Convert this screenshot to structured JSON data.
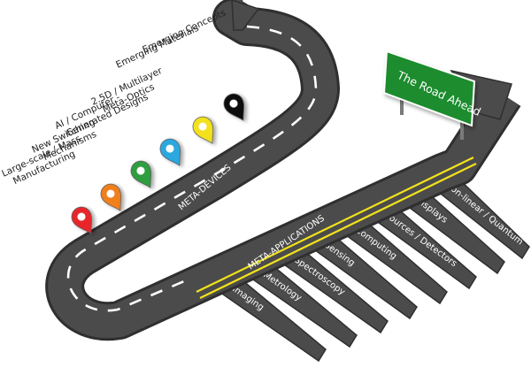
{
  "sign": {
    "text": "The Road Ahead",
    "color": "#1e8c2e"
  },
  "road": {
    "color": "#4b4b4b",
    "edge_color": "#2f2f2f",
    "dash_color": "#ffffff",
    "center_line_color": "#f2e21a"
  },
  "meta_devices": {
    "label": "META-DEVICES",
    "milestones": [
      {
        "label": "Large-scale / Mass",
        "label2": "Manufacturing",
        "pin_icon": "location-pin-icon",
        "pin_color": "#e8262b"
      },
      {
        "label": "New Switching",
        "label2": "Mechanisms",
        "pin_icon": "location-pin-icon",
        "pin_color": "#f07f1c"
      },
      {
        "label": "AI / Computer -",
        "label2": "Generated Designs",
        "pin_icon": "location-pin-icon",
        "pin_color": "#2f9e3f"
      },
      {
        "label": "2.5D / Multilayer",
        "label2": "Meta-Optics",
        "pin_icon": "location-pin-icon",
        "pin_color": "#2aa8df"
      },
      {
        "label": "Emerging Materials",
        "label2": "",
        "pin_icon": "location-pin-icon",
        "pin_color": "#f2e11b"
      },
      {
        "label": "Emerging Concepts",
        "label2": "",
        "pin_icon": "location-pin-icon",
        "pin_color": "#111111"
      }
    ]
  },
  "meta_applications": {
    "label": "META-APPLICATIONS",
    "branches": [
      "Imaging",
      "Metrology",
      "Spectroscopy",
      "Sensing",
      "Computing",
      "Sources / Detectors",
      "Displays",
      "Non-linear / Quantum"
    ]
  }
}
